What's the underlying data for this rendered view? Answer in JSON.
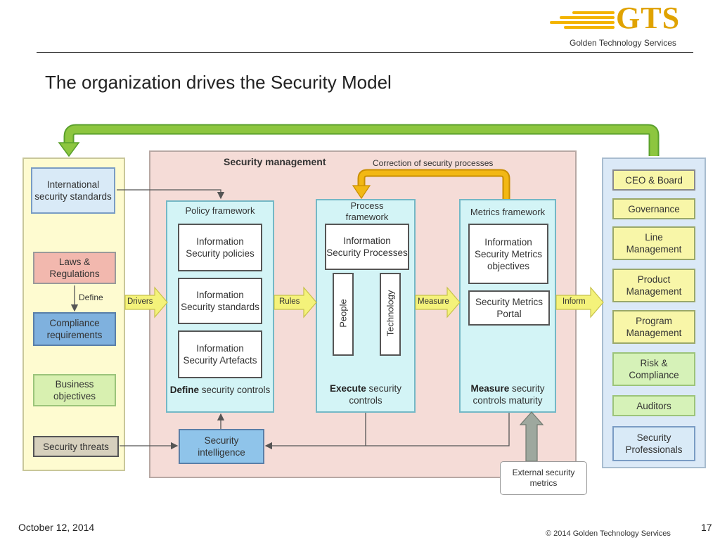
{
  "header": {
    "logo_text": "GTS",
    "logo_subtitle": "Golden Technology Services",
    "title": "The organization drives the Security Model"
  },
  "footer": {
    "date": "October 12, 2014",
    "copyright": "© 2014 Golden Technology Services",
    "page_number": "17"
  },
  "diagram": {
    "left_panel": {
      "intl_standards": "International security standards",
      "laws": "Laws & Regulations",
      "define_label": "Define",
      "compliance": "Compliance requirements",
      "business": "Business objectives",
      "threats": "Security threats"
    },
    "security_management": {
      "title": "Security management",
      "correction_label": "Correction of security processes",
      "policy": {
        "title": "Policy framework",
        "items": [
          "Information Security policies",
          "Information Security standards",
          "Information Security Artefacts"
        ],
        "controls_bold": "Define",
        "controls_rest": " security controls"
      },
      "process": {
        "title": "Process framework",
        "item": "Information Security Processes",
        "people": "People",
        "technology": "Technology",
        "controls_bold": "Execute",
        "controls_rest": " security controls"
      },
      "metrics": {
        "title": "Metrics framework",
        "item1": "Information Security Metrics objectives",
        "item2": "Security Metrics Portal",
        "controls_bold": "Measure",
        "controls_rest": " security controls maturity"
      },
      "intelligence": "Security intelligence"
    },
    "arrows": {
      "drivers": "Drivers",
      "rules": "Rules",
      "measure": "Measure",
      "inform": "Inform"
    },
    "external_metrics": "External security metrics",
    "right_panel": [
      "CEO & Board",
      "Governance",
      "Line Management",
      "Product Management",
      "Program Management",
      "Risk & Compliance",
      "Auditors",
      "Security Professionals"
    ],
    "colors": {
      "left_panel_bg": "#fefbd0",
      "security_mgmt_bg": "#f5dcd7",
      "framework_bg": "#d3f4f6",
      "right_panel_bg": "#dbe9f7",
      "loop_arrow": "#8dc63f",
      "correction_arrow": "#f2b814",
      "flow_arrow": "#f4f27a",
      "laws_bg": "#f2b8ae",
      "compliance_bg": "#7fb1de",
      "business_bg": "#d8f0b0",
      "green_box_bg": "#d6f2b8",
      "yellow_box_bg": "#f8f6a8"
    }
  }
}
